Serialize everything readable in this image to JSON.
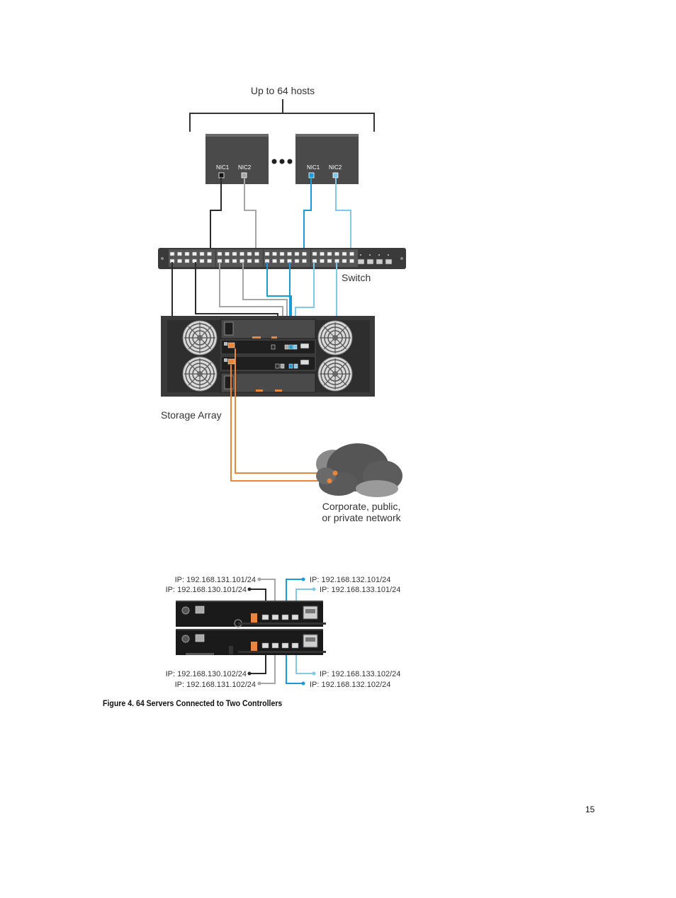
{
  "hosts_label": "Up to 64 hosts",
  "hosts": [
    {
      "nic1": "NIC1",
      "nic2": "NIC2"
    },
    {
      "nic1": "NIC1",
      "nic2": "NIC2"
    }
  ],
  "switch_label": "Switch",
  "storage_label": "Storage Array",
  "network_label_line1": "Corporate, public,",
  "network_label_line2": "or private network",
  "ip_top": {
    "left_1": "IP: 192.168.131.101/24",
    "left_2": "IP: 192.168.130.101/24",
    "right_1": "IP: 192.168.132.101/24",
    "right_2": "IP: 192.168.133.101/24"
  },
  "ip_bottom": {
    "left_1": "IP: 192.168.130.102/24",
    "left_2": "IP: 192.168.131.102/24",
    "right_1": "IP: 192.168.133.102/24",
    "right_2": "IP: 192.168.132.102/24"
  },
  "caption": "Figure 4. 64 Servers Connected to Two Controllers",
  "page_number": "15",
  "colors": {
    "cable_black": "#2b2b2b",
    "cable_gray": "#a6a6a6",
    "cable_blue": "#1a9ad6",
    "cable_lightblue": "#7fc8ea",
    "cable_orange": "#e8863c",
    "chassis": "#3a3a3a"
  }
}
